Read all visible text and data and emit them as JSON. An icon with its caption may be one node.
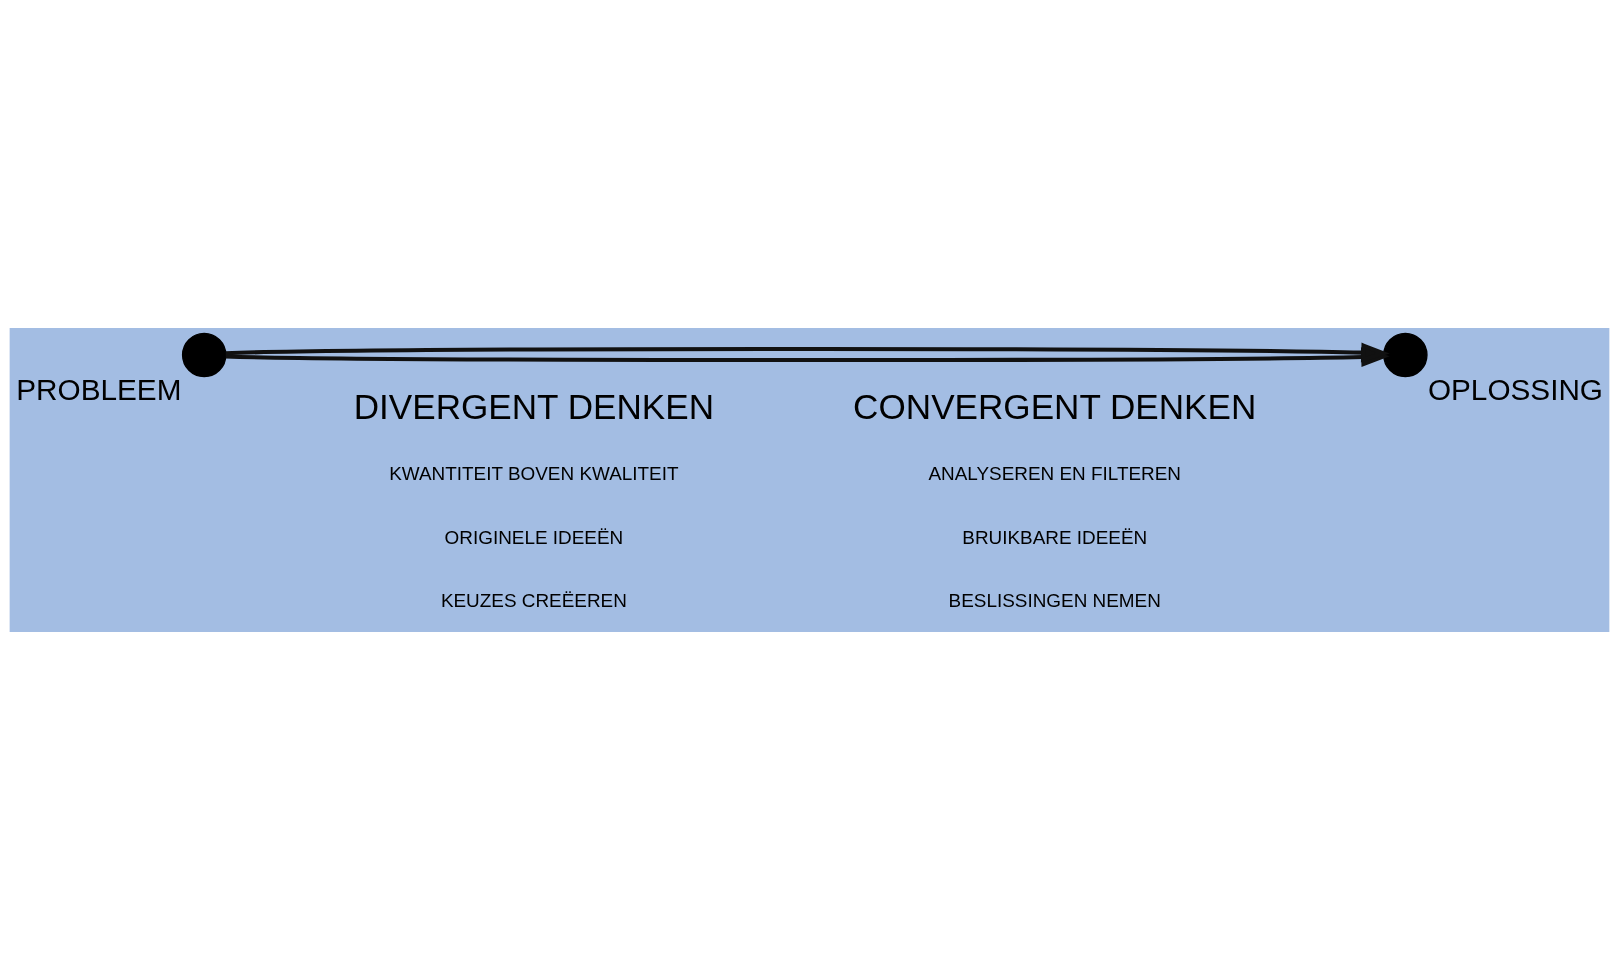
{
  "diagram": {
    "nodes": [
      {
        "text": [],
        "shape": "circle",
        "beside": [
          "PROBLEEM"
        ]
      },
      {
        "text": [],
        "shape": "circle",
        "beside": [
          "OPLOSSING"
        ]
      }
    ],
    "edges": [
      {
        "from": 0,
        "to": 1,
        "arrow": "to"
      },
      {
        "from": 0,
        "to": 1,
        "arrow": "to"
      }
    ],
    "labels": [
      "DIVERGENT DENKEN",
      "CONVERGENT DENKEN",
      "KWANTITEIT BOVEN KWALITEIT",
      "ORIGINELE IDEEËN",
      "KEUZES CREËEREN",
      "ANALYSEREN EN FILTEREN",
      "BRUIKBARE IDEEËN",
      "BESLISSINGEN NEMEN"
    ]
  }
}
